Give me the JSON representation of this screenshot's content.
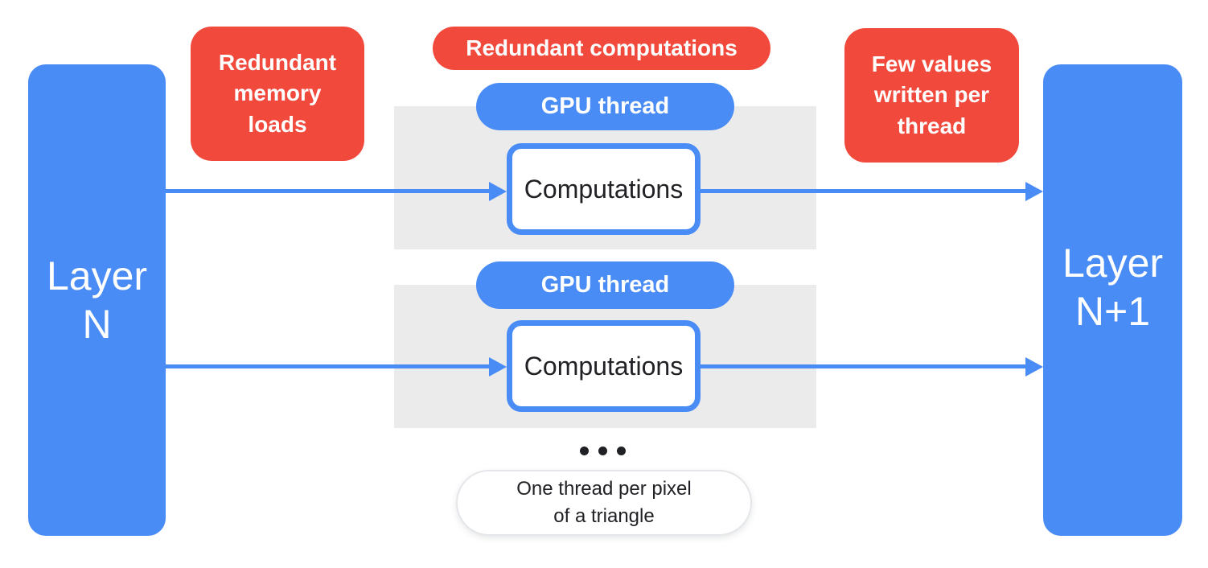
{
  "colors": {
    "blue": "#4A8CF5",
    "red": "#F1493C",
    "panel": "#EBEBEB",
    "ink": "#202124",
    "border": "#E4E6E9"
  },
  "layer_left": {
    "line1": "Layer",
    "line2": "N"
  },
  "layer_right": {
    "line1": "Layer",
    "line2": "N+1"
  },
  "callout_memory": {
    "line1": "Redundant",
    "line2": "memory",
    "line3": "loads"
  },
  "callout_computations": {
    "label": "Redundant computations"
  },
  "callout_few_values": {
    "line1": "Few values",
    "line2": "written per",
    "line3": "thread"
  },
  "thread_rows": [
    {
      "pill": "GPU thread",
      "box": "Computations"
    },
    {
      "pill": "GPU thread",
      "box": "Computations"
    }
  ],
  "footnote": {
    "line1": "One thread per pixel",
    "line2": "of a triangle"
  }
}
